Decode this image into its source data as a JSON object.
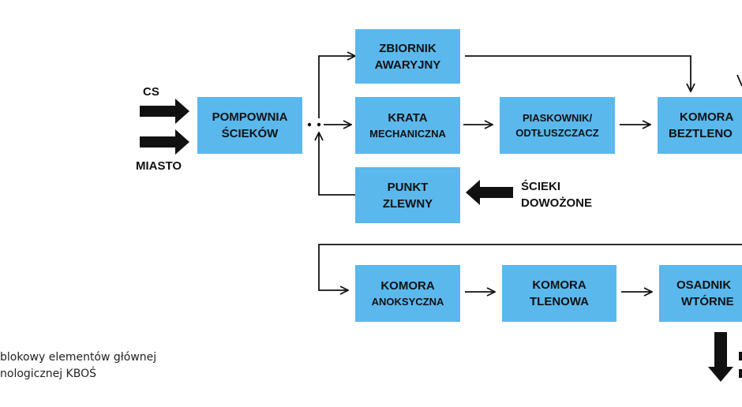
{
  "boxes": {
    "pompownia": [
      "POMPOWNIA",
      "ŚCIEKÓW"
    ],
    "zbiornik": [
      "ZBIORNIK",
      "AWARYJNY"
    ],
    "krata": [
      "KRATA",
      "MECHANICZNA"
    ],
    "punkt": [
      "PUNKT",
      "ZLEWNY"
    ],
    "piaskownik": [
      "PIASKOWNIK/",
      "ODTŁUSZCZACZ"
    ],
    "komora_beztlenowa": [
      "KOMORA",
      "BEZTLENO"
    ],
    "komora_anoksyczna": [
      "KOMORA",
      "ANOKSYCZNA"
    ],
    "komora_tlenowa": [
      "KOMORA",
      "TLENOWA"
    ],
    "osadnik": [
      "OSADNIK",
      "WTÓRNE"
    ]
  },
  "labels": {
    "cs": "CS",
    "miasto": "MIASTO",
    "scieki_dowozone": [
      "ŚCIEKI",
      "DOWOŻONE"
    ]
  },
  "caption": [
    "blokowy elementów głównej",
    "nologicznej KBOŚ"
  ],
  "colors": {
    "box_fill": "#5bb8ec",
    "arrow": "#111111"
  }
}
